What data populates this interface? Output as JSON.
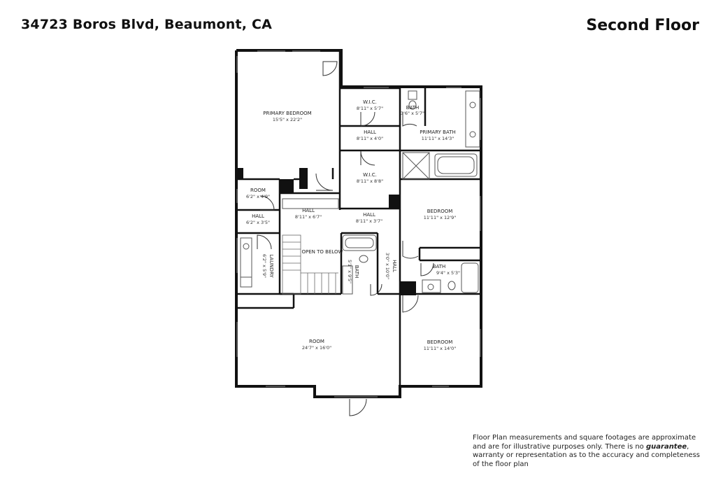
{
  "header": {
    "address": "34723 Boros Blvd, Beaumont, CA",
    "floor": "Second Floor"
  },
  "rooms": [
    {
      "name": "PRIMARY BEDROOM",
      "dims": "15'5\" x 22'2\""
    },
    {
      "name": "W.I.C.",
      "dims": "8'11\" x 5'7\""
    },
    {
      "name": "BATH",
      "dims": "3'6\" x 5'7\""
    },
    {
      "name": "HALL",
      "dims": "8'11\" x 4'0\""
    },
    {
      "name": "PRIMARY BATH",
      "dims": "11'11\" x 14'3\""
    },
    {
      "name": "W.I.C.",
      "dims": "8'11\" x 8'8\""
    },
    {
      "name": "ROOM",
      "dims": "6'2\" x 4'9\""
    },
    {
      "name": "HALL",
      "dims": "8'11\" x 6'7\""
    },
    {
      "name": "HALL",
      "dims": "8'11\" x 3'7\""
    },
    {
      "name": "HALL",
      "dims": "6'2\" x 3'5\""
    },
    {
      "name": "BEDROOM",
      "dims": "11'11\" x 12'9\""
    },
    {
      "name": "LAUNDRY",
      "dims": "6'2\" x 5'9\""
    },
    {
      "name": "OPEN TO BELOW",
      "dims": ""
    },
    {
      "name": "BATH",
      "dims": "5'1\" x 9'5\""
    },
    {
      "name": "HALL",
      "dims": "3'0\" x 10'0\""
    },
    {
      "name": "BATH",
      "dims": "9'4\" x 5'3\""
    },
    {
      "name": "ROOM",
      "dims": "24'7\" x 16'0\""
    },
    {
      "name": "BEDROOM",
      "dims": "11'11\" x 14'0\""
    }
  ],
  "disclaimer": {
    "part1": "Floor Plan measurements and square footages are approximate and are for illustrative purposes only. There is no ",
    "emphasis": "guarantee",
    "part2": ", warranty or representation as to the accuracy and completeness of the floor plan"
  }
}
